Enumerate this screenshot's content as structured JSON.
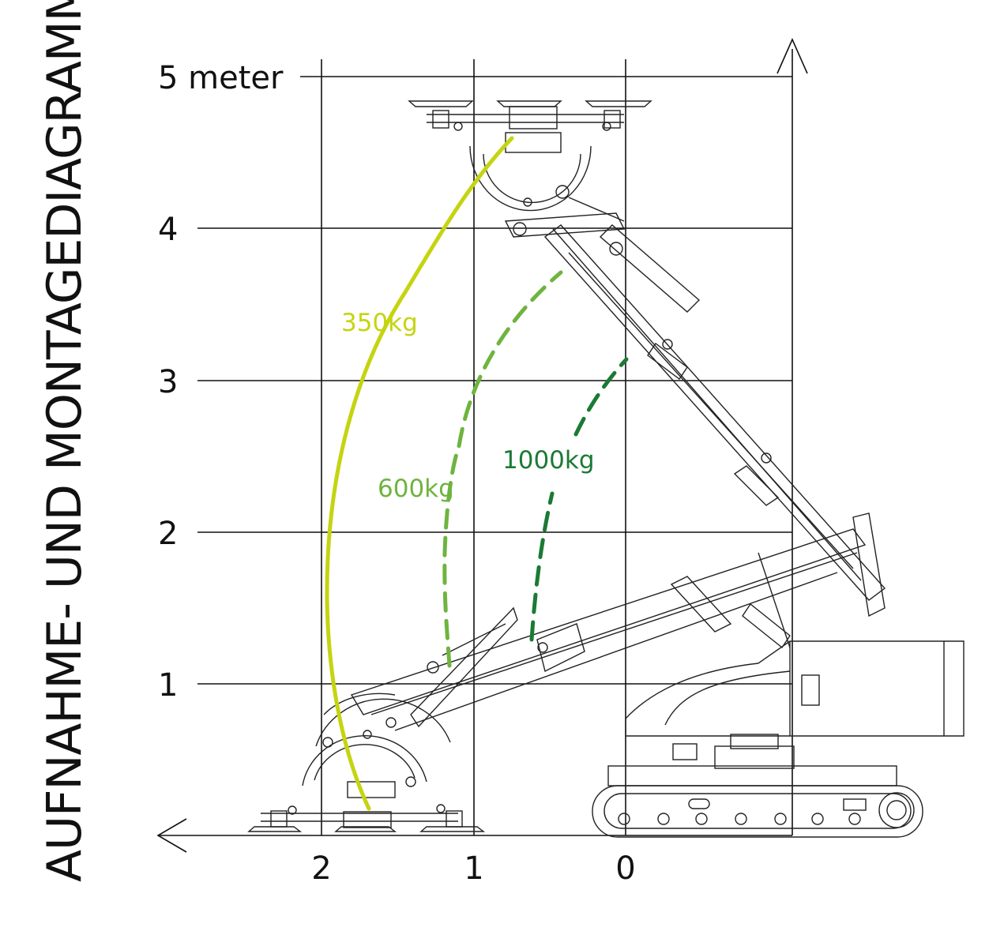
{
  "diagram": {
    "title": "AUFNAHME- UND MONTAGEDIAGRAMM",
    "y_axis": {
      "unit_label": "5 meter",
      "ticks": [
        {
          "value": 1,
          "label": "1"
        },
        {
          "value": 2,
          "label": "2"
        },
        {
          "value": 3,
          "label": "3"
        },
        {
          "value": 4,
          "label": "4"
        },
        {
          "value": 5,
          "label": "5 meter"
        }
      ]
    },
    "x_axis": {
      "direction": "right-to-left",
      "ticks": [
        {
          "value": 2,
          "label": "2"
        },
        {
          "value": 1,
          "label": "1"
        },
        {
          "value": 0,
          "label": "0"
        }
      ]
    },
    "load_curves": [
      {
        "id": "load-350",
        "label": "350kg",
        "color": "#c5d410",
        "style": "solid"
      },
      {
        "id": "load-600",
        "label": "600kg",
        "color": "#6eb43f",
        "style": "dashed"
      },
      {
        "id": "load-1000",
        "label": "1000kg",
        "color": "#1b7a34",
        "style": "dashed"
      }
    ],
    "line_color": "#111111",
    "machine": "crawler crane with vacuum lifter (line drawing)"
  }
}
